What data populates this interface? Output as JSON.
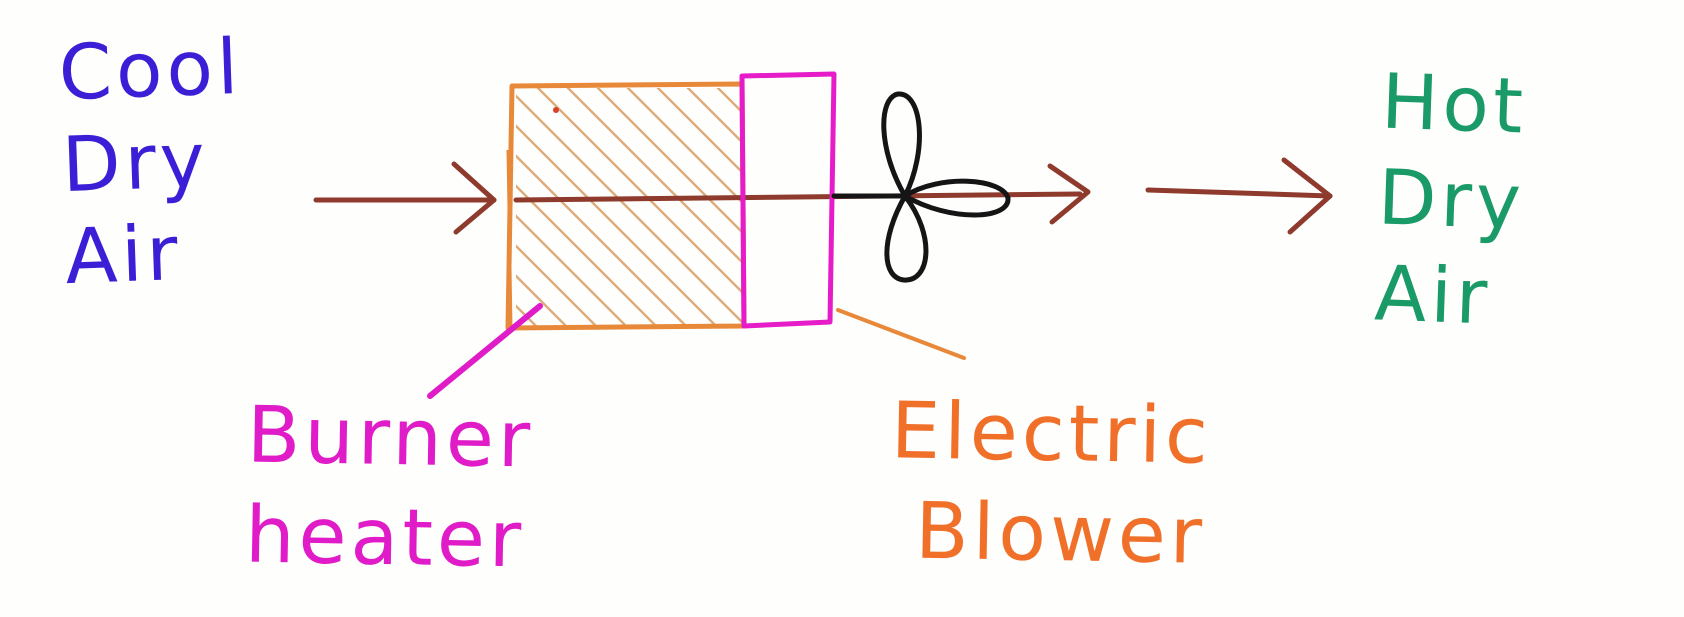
{
  "diagram": {
    "input_label": [
      "Cool",
      "Dry",
      "Air"
    ],
    "output_label": [
      "Hot",
      "Dry",
      "Air"
    ],
    "heater_label": [
      "Burner",
      "heater"
    ],
    "blower_label": [
      "Electric",
      "Blower"
    ]
  },
  "colors": {
    "background": "#fefefd",
    "input_text": "#3a1fd6",
    "output_text": "#1a9a66",
    "heater_label_text": "#e01cc8",
    "blower_label_text": "#f0702a",
    "heater_box": "#e8893a",
    "heater_hatch": "#d9a46e",
    "blower_box": "#e61cc9",
    "air_arrow": "#8e3a2c",
    "fan": "#151515",
    "heater_pointer": "#e01cc8",
    "blower_pointer": "#e8893a"
  }
}
